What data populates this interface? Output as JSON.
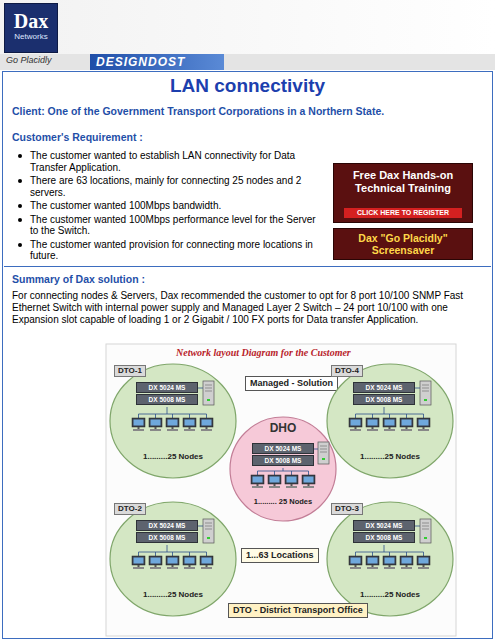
{
  "diagram": {
    "title": "LAN connectivity",
    "nodes": [
      {
        "text": [
          "Dax",
          "Networks"
        ]
      },
      {
        "text": [
          "Free Dax Hands-on Technical Training",
          "CLICK HERE TO REGISTER"
        ]
      },
      {
        "text": [
          "Dax \"Go Placidly\" Screensaver"
        ]
      },
      {
        "text": [
          "Managed - Solution"
        ]
      },
      {
        "text": [
          "DTO-1",
          "1.........25 Nodes"
        ]
      },
      {
        "text": [
          "DX 5024 MS"
        ],
        "in": 4
      },
      {
        "text": [
          "DX 5008 MS"
        ],
        "in": 4
      },
      {
        "text": [
          "DTO-4",
          "1.........25 Nodes"
        ]
      },
      {
        "text": [
          "DX 5024 MS"
        ],
        "in": 7
      },
      {
        "text": [
          "DX 5008 MS"
        ],
        "in": 7
      },
      {
        "text": [
          "DHO",
          "1......... 25 Nodes"
        ]
      },
      {
        "text": [
          "DX 5024 MS"
        ],
        "in": 10
      },
      {
        "text": [
          "DX 5008 MS"
        ],
        "in": 10
      },
      {
        "text": [
          "DTO-2",
          "1.........25 Nodes"
        ]
      },
      {
        "text": [
          "DX 5024 MS"
        ],
        "in": 13
      },
      {
        "text": [
          "DX 5008 MS"
        ],
        "in": 13
      },
      {
        "text": [
          "DTO-3",
          "1.........25 Nodes"
        ]
      },
      {
        "text": [
          "DX 5024 MS"
        ],
        "in": 16
      },
      {
        "text": [
          "DX 5008 MS"
        ],
        "in": 16
      },
      {
        "text": [
          "1...63 Locations"
        ]
      },
      {
        "text": [
          "DTO - District Transport Office"
        ]
      }
    ],
    "labels": [
      "Go Placidly",
      "DESIGNDOST",
      "Client: One of the Government Transport Corporations in a Northern State.",
      "Customer's Requirement :",
      "The customer wanted to establish LAN connectivity for Data Transfer Application.",
      "There are 63 locations, mainly for connecting 25 nodes and 2 servers.",
      "The customer wanted 100Mbps bandwidth.",
      "The customer wanted 100Mbps performance level for the Server to the Switch.",
      "The customer wanted provision for connecting more locations in future.",
      "Summary of Dax solution :",
      "For connecting nodes & Servers, Dax recommended the customer to opt for 8 port 10/100 SNMP Fast Ethernet Switch with internal power supply and Managed Layer 2 Switch – 24 port 10/100 with one Expansion slot capable of loading 1 or 2 Gigabit / 100 FX ports for Data transfer Application.",
      "Network layout Diagram for the Customer"
    ]
  }
}
